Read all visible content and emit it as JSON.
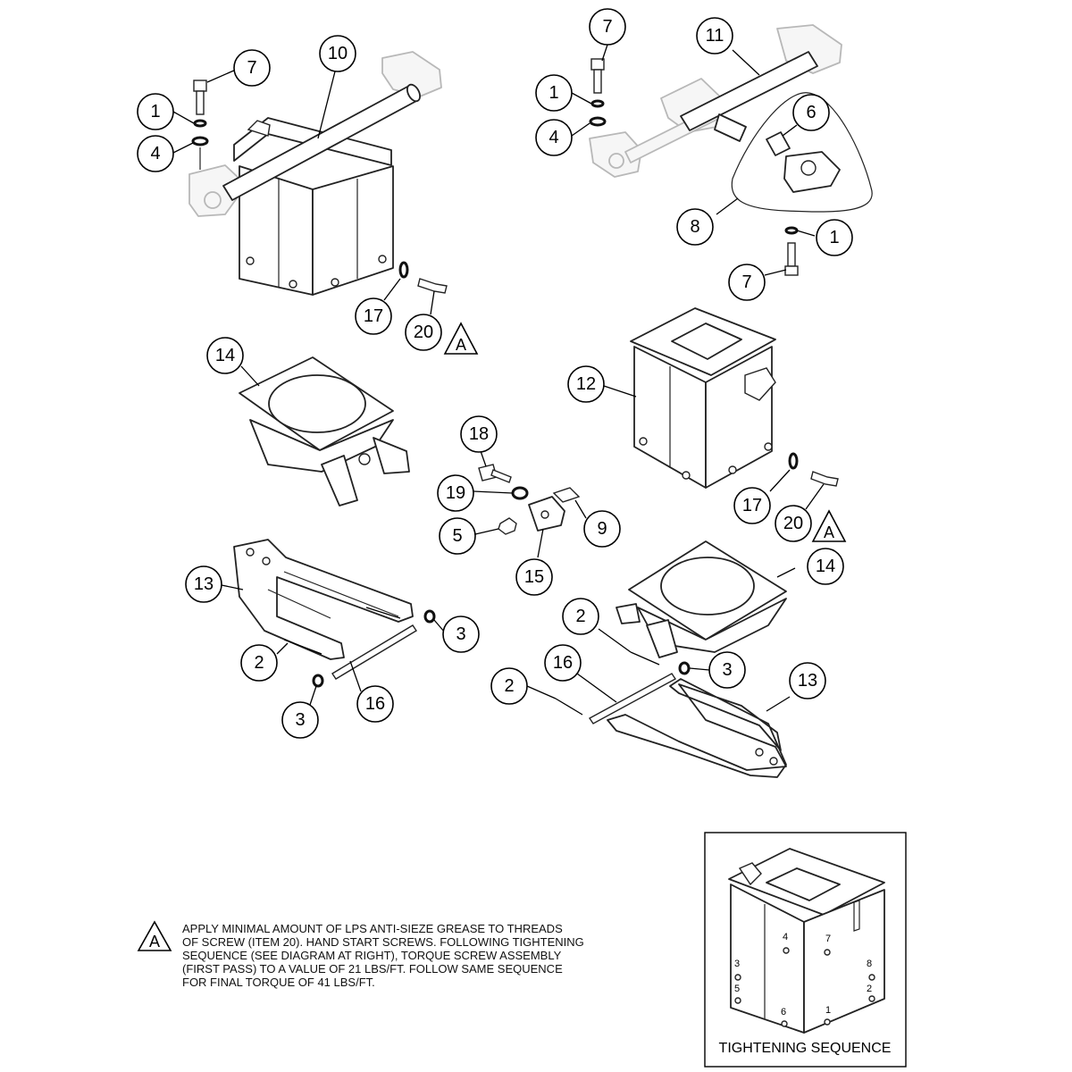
{
  "callouts": {
    "c7a": "7",
    "c10": "10",
    "c1a": "1",
    "c4a": "4",
    "c7b": "7",
    "c11": "11",
    "c1b": "1",
    "c4b": "4",
    "c6": "6",
    "c8": "8",
    "c1c": "1",
    "c7c": "7",
    "c17a": "17",
    "c20a": "20",
    "c14a": "14",
    "c12": "12",
    "c18": "18",
    "c19": "19",
    "c5": "5",
    "c9": "9",
    "c15": "15",
    "c17b": "17",
    "c20b": "20",
    "c13a": "13",
    "c3a": "3",
    "c2a": "2",
    "c16a": "16",
    "c3b": "3",
    "c14b": "14",
    "c2b": "2",
    "c3c": "3",
    "c16b": "16",
    "c2c": "2",
    "c13b": "13"
  },
  "note_marker": "A",
  "note_marker_1": "A",
  "note_marker_2": "A",
  "note_text": "APPLY MINIMAL AMOUNT OF LPS ANTI-SIEZE GREASE TO THREADS\nOF SCREW (ITEM 20). HAND START SCREWS. FOLLOWING TIGHTENING\nSEQUENCE (SEE DIAGRAM AT RIGHT), TORQUE SCREW ASSEMBLY\n(FIRST PASS) TO A VALUE OF 21 LBS/FT. FOLLOW SAME SEQUENCE\nFOR FINAL TORQUE OF 41 LBS/FT.",
  "sequence": {
    "title": "TIGHTENING SEQUENCE",
    "n1": "1",
    "n2": "2",
    "n3": "3",
    "n4": "4",
    "n5": "5",
    "n6": "6",
    "n7": "7",
    "n8": "8"
  }
}
